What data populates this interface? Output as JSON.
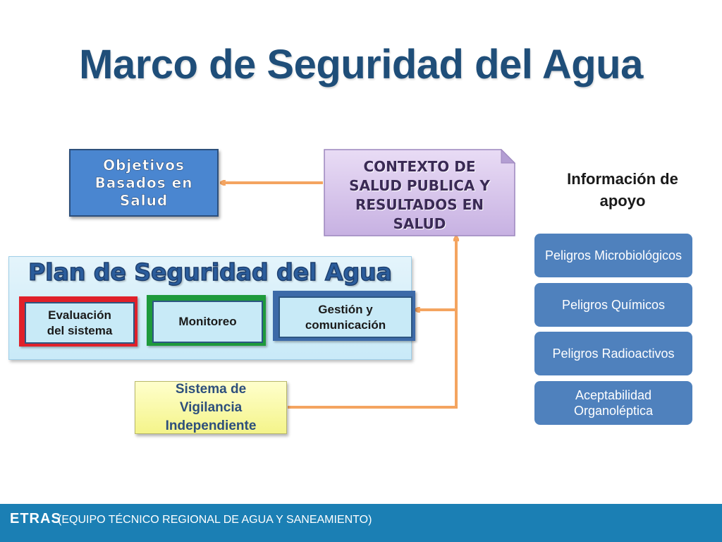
{
  "title": "Marco de Seguridad del Agua",
  "objetivos": {
    "line1": "Objetivos",
    "line2": "Basados en",
    "line3": "Salud"
  },
  "contexto": {
    "line1": "Contexto de",
    "line2": "Salud Publica y",
    "line3": "Resultados en",
    "line4": "Salud"
  },
  "informacion": {
    "line1": "Información de",
    "line2": "apoyo"
  },
  "side_items": [
    {
      "label": "Peligros Microbiológicos"
    },
    {
      "label": "Peligros Químicos"
    },
    {
      "label": "Peligros Radioactivos"
    },
    {
      "label": "Aceptabilidad Organoléptica"
    }
  ],
  "plan": {
    "title": "Plan de Seguridad del Agua",
    "components": [
      {
        "line1": "Evaluación",
        "line2": "del sistema",
        "border_color": "#e0202a"
      },
      {
        "line1": "Monitoreo",
        "line2": "",
        "border_color": "#1e9a3c"
      },
      {
        "line1": "Gestión y",
        "line2": "comunicación",
        "border_color": "#3d6aa8"
      }
    ]
  },
  "vigilancia": {
    "line1": "Sistema de",
    "line2": "Vigilancia",
    "line3": "Independiente"
  },
  "footer": {
    "brand": "ETRAS",
    "subtitle": "(EQUIPO TÉCNICO REGIONAL DE AGUA Y SANEAMIENTO)"
  },
  "colors": {
    "title": "#1f4e79",
    "arrow": "#f4a460",
    "side_box": "#4f81bd",
    "footer": "#1b7fb4"
  }
}
